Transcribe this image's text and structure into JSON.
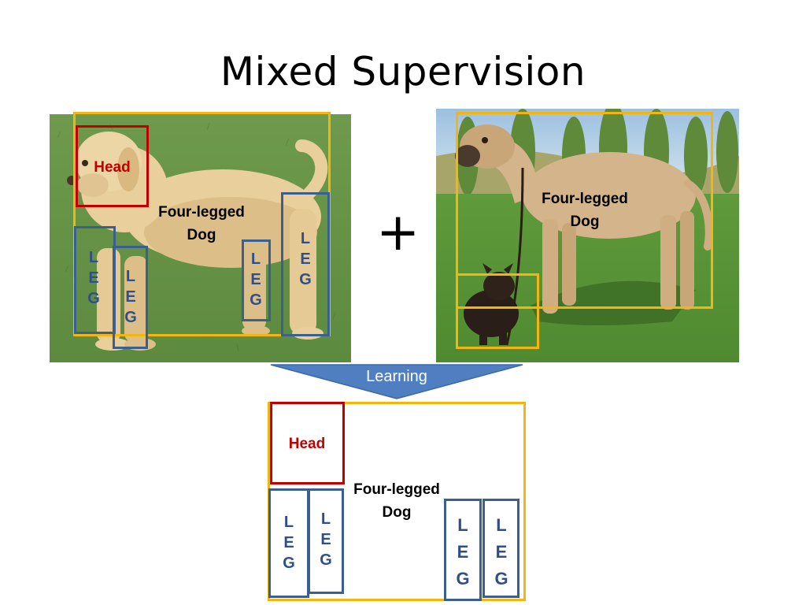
{
  "title": "Mixed Supervision",
  "plus": "+",
  "arrow_label": "Learning",
  "leg_letters": [
    "L",
    "E",
    "G"
  ],
  "left_image": {
    "head": "Head",
    "object": [
      "Four-legged",
      "Dog"
    ]
  },
  "right_image": {
    "object": [
      "Four-legged",
      "Dog"
    ]
  },
  "result": {
    "head": "Head",
    "object": [
      "Four-legged",
      "Dog"
    ]
  },
  "colors": {
    "object_box": "#f2b60f",
    "head_box": "#c00000",
    "leg_box": "#3b5f8e",
    "arrow": "#4f7fc0"
  }
}
